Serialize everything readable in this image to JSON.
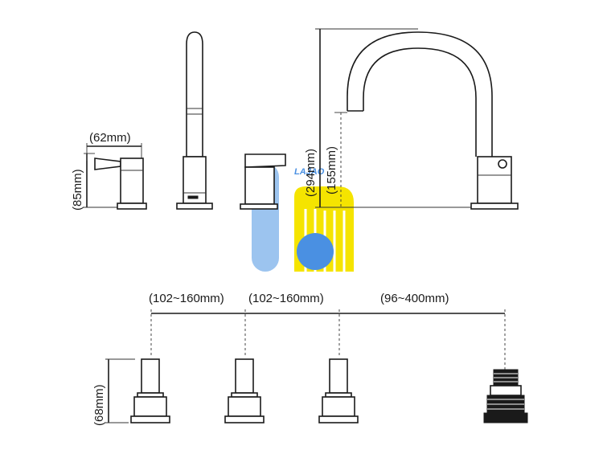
{
  "dimensions": {
    "handle_width": "(62mm)",
    "handle_height": "(85mm)",
    "spout_height": "(294mm)",
    "spout_outlet_height": "(155mm)",
    "spacing_1": "(102~160mm)",
    "spacing_2": "(102~160mm)",
    "spacing_3": "(96~400mm)",
    "body_height": "(68mm)"
  },
  "watermark": {
    "text": "LAJAO",
    "colors": {
      "blue": "#4a90e2",
      "light_blue": "#9cc4ef",
      "yellow": "#f5e400"
    }
  }
}
